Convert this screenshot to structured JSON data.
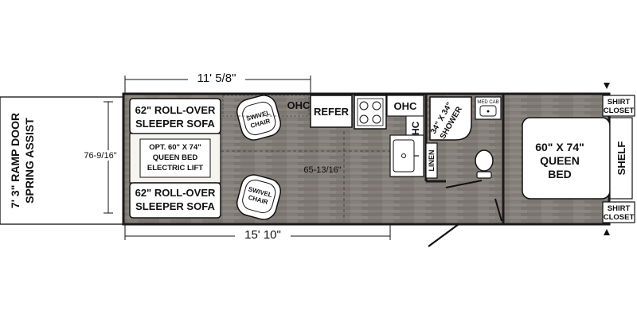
{
  "floorplan": {
    "dimensions": {
      "top_width": "11' 5/8\"",
      "bottom_length": "15' 10\"",
      "garage_depth": "76-9/16\"",
      "floor_length": "65-13/16\""
    },
    "ramp_door": [
      "7' 3\" RAMP DOOR",
      "SPRING ASSIST"
    ],
    "sofa_top": [
      "62\" ROLL-OVER",
      "SLEEPER SOFA"
    ],
    "sofa_bottom": [
      "62\" ROLL-OVER",
      "SLEEPER SOFA"
    ],
    "opt_bed": [
      "OPT. 60\" X 74\"",
      "QUEEN BED",
      "ELECTRIC LIFT"
    ],
    "swivel_chair": [
      "SWIVEL",
      "CHAIR"
    ],
    "ohc_labels": [
      "OHC",
      "OHC",
      "OHC"
    ],
    "refer": "REFER",
    "shower": [
      "34\" X 34\"",
      "SHOWER"
    ],
    "med_cab": "MED CAB",
    "linen": "LINEN",
    "queen_bed": [
      "60\" X 74\"",
      "QUEEN",
      "BED"
    ],
    "shelf": "SHELF",
    "shirt_closet": [
      "SHIRT",
      "CLOSET"
    ],
    "colors": {
      "floor": "#857f7a",
      "wall": "#1a1a1a",
      "panel": "#f6f4ef"
    }
  }
}
